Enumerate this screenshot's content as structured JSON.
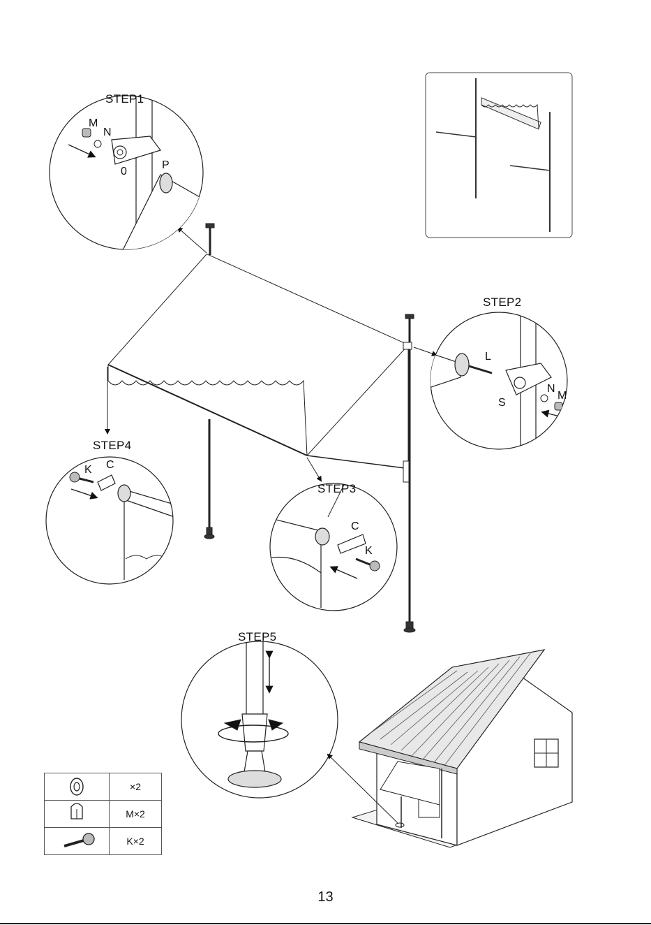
{
  "steps": {
    "step1": "STEP1",
    "step2": "STEP2",
    "step3": "STEP3",
    "step4": "STEP4",
    "step5": "STEP5"
  },
  "part_letters": {
    "step1": {
      "m": "M",
      "n": "N",
      "o": "0",
      "p": "P"
    },
    "step2": {
      "l": "L",
      "n": "N",
      "m": "M",
      "s": "S"
    },
    "step3": {
      "c": "C",
      "k": "K"
    },
    "step4": {
      "k": "K",
      "c": "C"
    }
  },
  "parts_table": [
    {
      "icon": "washer-icon",
      "quantity": "×2"
    },
    {
      "icon": "cap-nut-icon",
      "quantity": "M×2"
    },
    {
      "icon": "knob-bolt-icon",
      "quantity": "K×2"
    }
  ],
  "page_number": "13"
}
